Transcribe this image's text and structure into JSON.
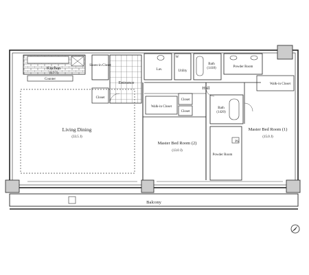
{
  "rooms": {
    "kitchen": "Kitchen",
    "kitchen_size": "(8.9 J)",
    "counter": "Counter",
    "shoes_closet": "Shoes-in Closet",
    "entrance": "Entrance",
    "closet": "Closet",
    "lav": "Lav.",
    "utility": "Utility",
    "wc": "W",
    "bath_top": "Bath",
    "bath_top_sub": "(1418)",
    "powder_room_top": "Powder Room",
    "walkin_closet_right": "Walk-in Closet",
    "hall": "Hall",
    "walkin_closet_mid": "Walk-in Closet",
    "closet_a": "Closet",
    "closet_b": "Closet",
    "bath_mid": "Bath",
    "bath_mid_sub": "(1420)",
    "powder_room_mid": "Powder Room",
    "living_dining": "Living Dining",
    "living_dining_size": "(33.5 J)",
    "master2": "Master Bed Room (2)",
    "master2_size": "(13.0 J)",
    "master1": "Master Bed Room (1)",
    "master1_size": "(15.0 J)",
    "balcony": "Balcony",
    "ps": "PS"
  },
  "legend": {
    "north_icon": "compass-north-icon"
  }
}
